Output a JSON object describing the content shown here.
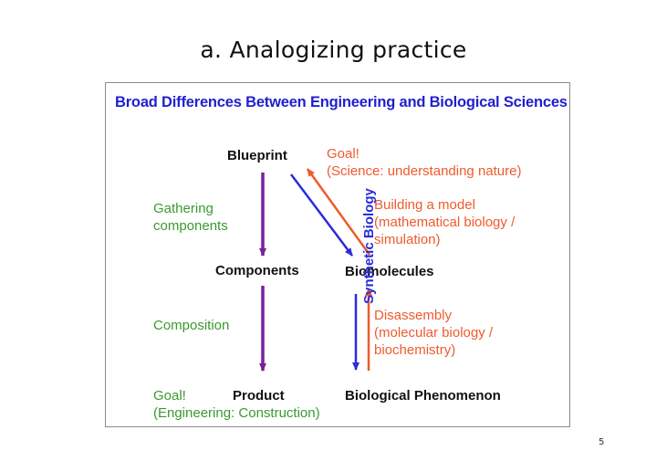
{
  "slide": {
    "title": "a. Analogizing practice",
    "page_number": "5"
  },
  "figure": {
    "heading": "Broad Differences Between Engineering and Biological Sciences",
    "nodes": {
      "blueprint": "Blueprint",
      "components": "Components",
      "product": "Product",
      "biomolecules": "Biomolecules",
      "phenomenon": "Biological Phenomenon"
    },
    "labels": {
      "gathering": [
        "Gathering",
        "components"
      ],
      "composition": "Composition",
      "goal_engineering": [
        "Goal!",
        "(Engineering: Construction)"
      ],
      "goal_science": [
        "Goal!",
        "(Science: understanding nature)"
      ],
      "model": [
        "Building a model",
        "(mathematical biology /",
        "simulation)"
      ],
      "disassembly": [
        "Disassembly",
        "(molecular biology /",
        "biochemistry)"
      ],
      "synthetic": "Synthetic Biology"
    },
    "colors": {
      "heading": "#1f1fcf",
      "green_text": "#3a9a2e",
      "orange": "#ef5a2c",
      "purple_arrow": "#7a1f9a",
      "blue": "#2b2bdb"
    }
  }
}
